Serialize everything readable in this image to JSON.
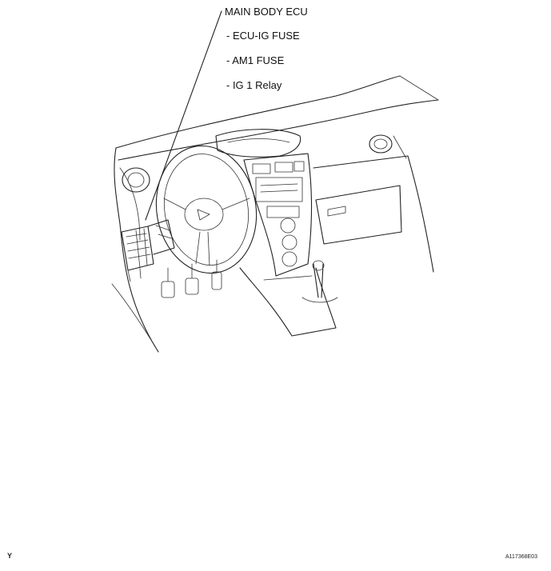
{
  "callout": {
    "title": "MAIN BODY ECU",
    "items": [
      "- ECU-IG FUSE",
      "- AM1 FUSE",
      "- IG 1 Relay"
    ]
  },
  "footer": {
    "corner_mark": "Y",
    "figure_code": "A117368E03"
  }
}
